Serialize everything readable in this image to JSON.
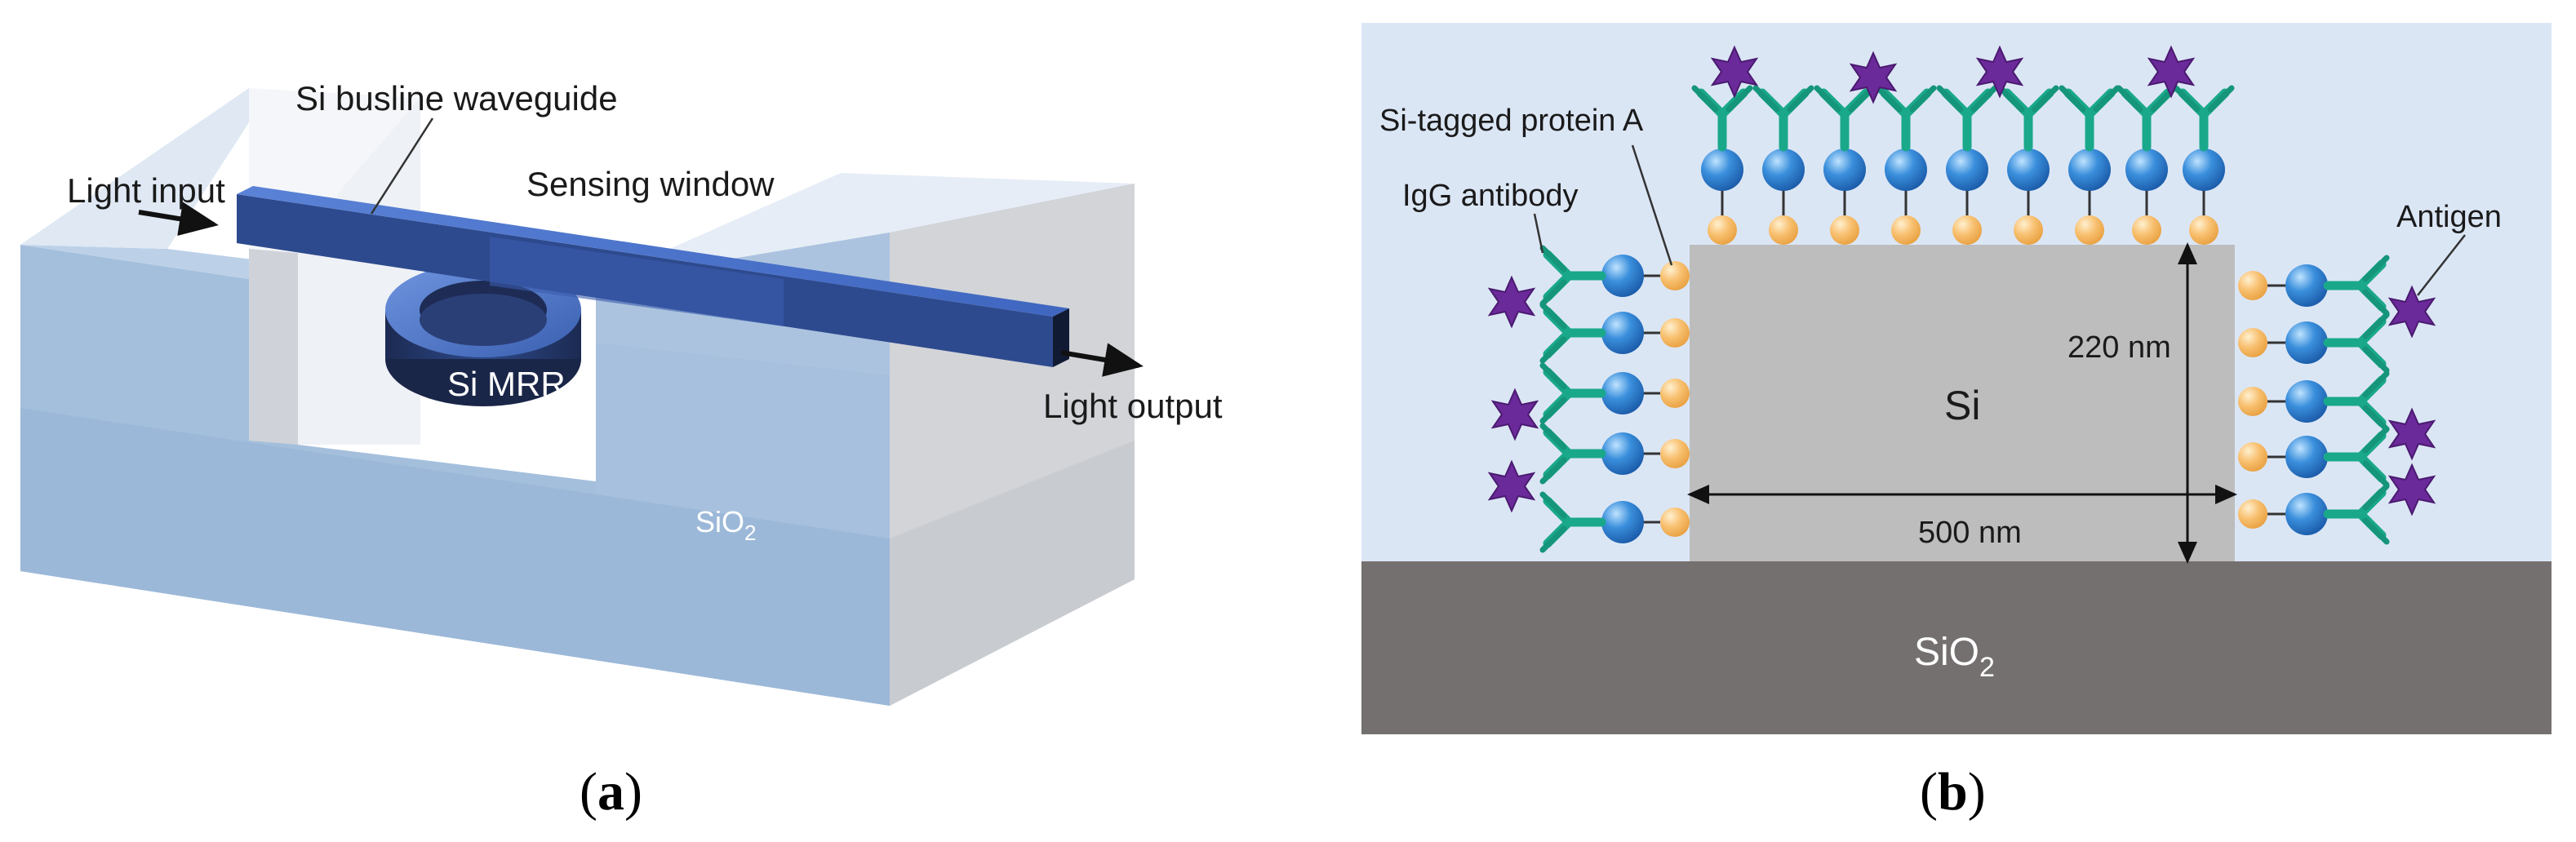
{
  "panel_a": {
    "tag_open": "(",
    "tag_letter": "a",
    "tag_close": ")",
    "labels": {
      "busline": "Si busline waveguide",
      "light_input": "Light input",
      "sensing_window": "Sensing window",
      "mrr": "Si MRR",
      "light_output": "Light output",
      "substrate": "SiO",
      "substrate_sub": "2"
    }
  },
  "panel_b": {
    "tag_open": "(",
    "tag_letter": "b",
    "tag_close": ")",
    "labels": {
      "protein_a": "Si-tagged protein A",
      "igg": "IgG antibody",
      "antigen": "Antigen",
      "height": "220 nm",
      "core": "Si",
      "width": "500 nm",
      "substrate": "SiO",
      "substrate_sub": "2"
    }
  },
  "colors": {
    "antibody": "#1aa88a",
    "protein_blue": "#2a7fd0",
    "tag_orange": "#f6b65a",
    "antigen": "#6b2a9a",
    "cladding": "#dbe6f5",
    "silicon": "#bdbdbd",
    "oxide": "#757070",
    "waveguide": "#4a70c8"
  }
}
